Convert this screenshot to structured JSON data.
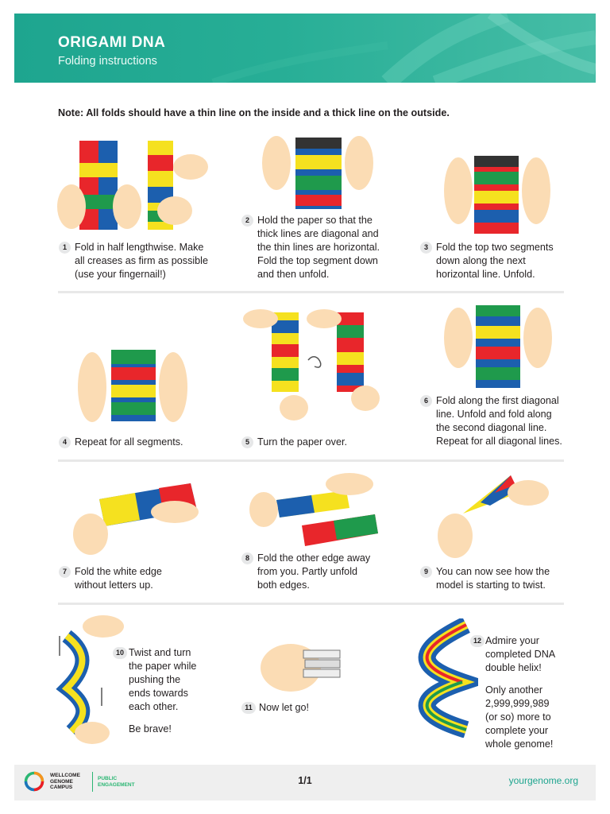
{
  "header": {
    "title": "ORIGAMI DNA",
    "subtitle": "Folding instructions"
  },
  "note": "Note: All folds should have a thin line on the inside and a thick line on the outside.",
  "steps": [
    {
      "num": "1",
      "text": "Fold in half lengthwise. Make\nall creases as firm as possible\n(use your fingernail!)"
    },
    {
      "num": "2",
      "text": "Hold the paper so that the\nthick lines are diagonal and\nthe thin lines are horizontal.\nFold the top segment down\nand then unfold."
    },
    {
      "num": "3",
      "text": "Fold the top two segments\ndown along the next\nhorizontal line. Unfold."
    },
    {
      "num": "4",
      "text": "Repeat for all segments."
    },
    {
      "num": "5",
      "text": "Turn the paper over."
    },
    {
      "num": "6",
      "text": "Fold along the first diagonal\nline. Unfold and fold along\nthe second diagonal line.\nRepeat for all diagonal lines."
    },
    {
      "num": "7",
      "text": "Fold the white edge\nwithout letters up."
    },
    {
      "num": "8",
      "text": "Fold the other edge away\nfrom you. Partly unfold\nboth edges."
    },
    {
      "num": "9",
      "text": "You can now see how the\nmodel is starting to twist."
    },
    {
      "num": "10",
      "text": "Twist and turn\nthe paper while\npushing the\nends towards\neach other.",
      "extra": "Be brave!"
    },
    {
      "num": "11",
      "text": "Now let go!"
    },
    {
      "num": "12",
      "text": "Admire your\ncompleted DNA\ndouble helix!",
      "extra": "Only another\n2,999,999,989\n(or so) more to\ncomplete your\nwhole genome!"
    }
  ],
  "footer": {
    "logo_text": "WELLCOME\nGENOME\nCAMPUS",
    "logo_sub": "PUBLIC\nENGAGEMENT",
    "page": "1/1",
    "site": "yourgenome.org"
  },
  "colors": {
    "banner": "#1ea58f",
    "red": "#e8262b",
    "blue": "#1c5fae",
    "yellow": "#f5e11f",
    "green": "#1f9a4c",
    "skin": "#fbdcb4",
    "accent_green": "#2bb673"
  }
}
